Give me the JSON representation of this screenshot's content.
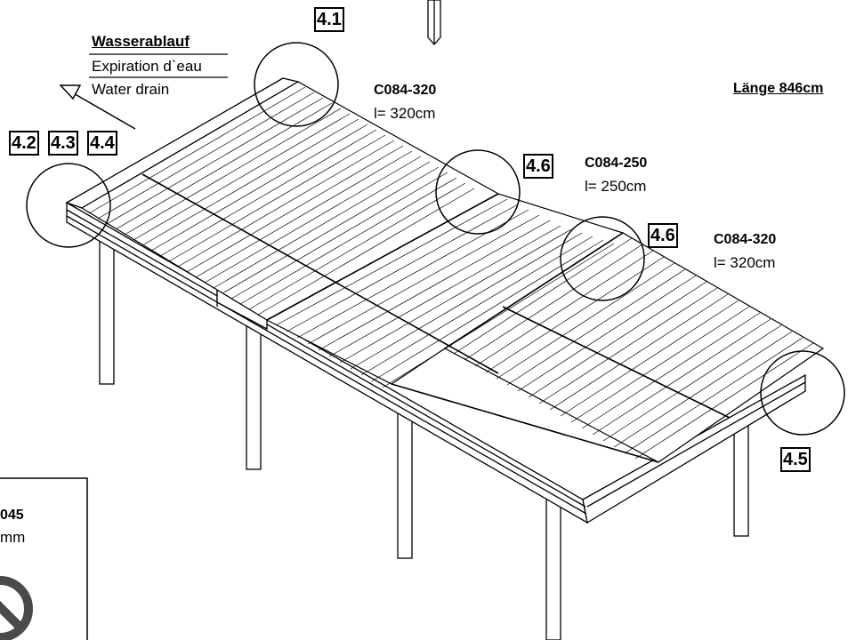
{
  "drain": {
    "de": "Wasserablauf",
    "fr": "Expiration d`eau",
    "en": "Water drain"
  },
  "total_length": "Länge 846cm",
  "detail_refs": {
    "r41": "4.1",
    "r42": "4.2",
    "r43": "4.3",
    "r44": "4.4",
    "r45": "4.5",
    "r46a": "4.6",
    "r46b": "4.6"
  },
  "parts": [
    {
      "code": "C084-320",
      "length": "l= 320cm"
    },
    {
      "code": "C084-250",
      "length": "l= 250cm"
    },
    {
      "code": "C084-320",
      "length": "l= 320cm"
    }
  ],
  "legend_box": {
    "code": "045",
    "unit": "mm"
  },
  "colors": {
    "line": "#000000",
    "background": "#ffffff",
    "watermark": "#4a4a4a"
  }
}
